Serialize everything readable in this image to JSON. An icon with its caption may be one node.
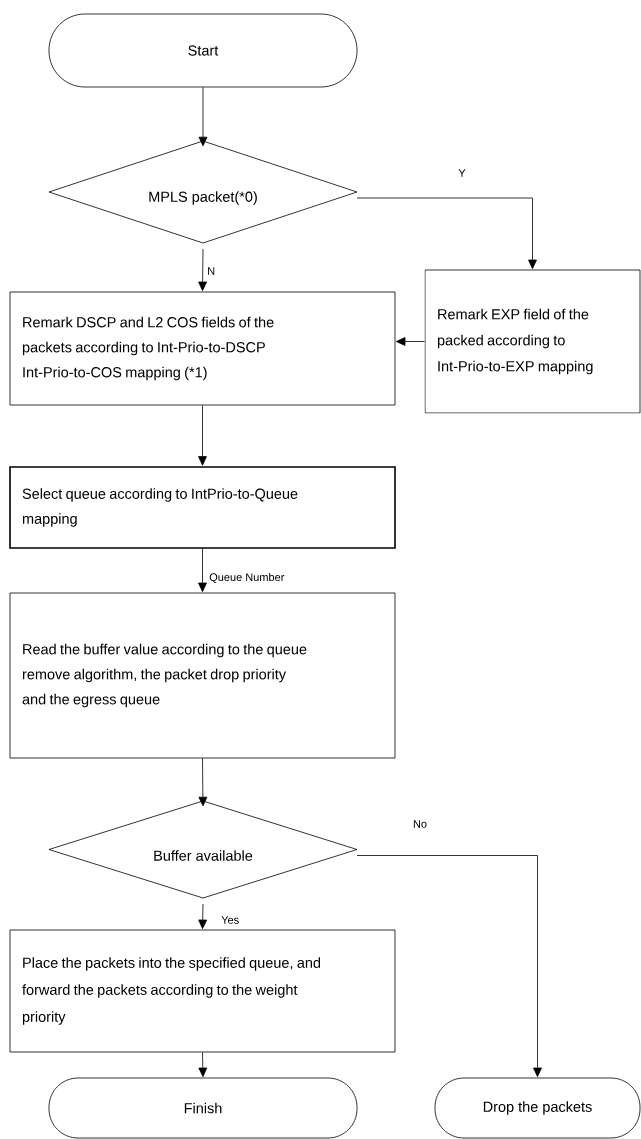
{
  "diagram": {
    "nodes": [
      {
        "text": [
          "Start"
        ]
      },
      {
        "text": [
          "MPLS packet(*0)"
        ]
      },
      {
        "text": [
          "Remark DSCP and L2 COS fields of the packets according to Int-Prio-to-DSCP Int-Prio-to-COS mapping (*1)"
        ]
      },
      {
        "text": [
          "Remark EXP field of the packed according to Int-Prio-to-EXP mapping"
        ]
      },
      {
        "text": [
          "Select queue according to IntPrio-to-Queue mapping"
        ]
      },
      {
        "text": [
          "Read the buffer value according to the queue remove algorithm, the packet drop priority and the egress queue"
        ]
      },
      {
        "text": [
          "Buffer available"
        ]
      },
      {
        "text": [
          "Place the packets into the specified queue, and forward the packets according to the weight priority"
        ]
      },
      {
        "text": [
          "Finish"
        ]
      },
      {
        "text": [
          "Drop the packets"
        ]
      }
    ],
    "edges": [
      {
        "from": 0,
        "to": 1,
        "arrow": "to"
      },
      {
        "from": 1,
        "to": 3,
        "arrow": "to",
        "label": "Y"
      },
      {
        "from": 1,
        "to": 2,
        "arrow": "to",
        "label": "N"
      },
      {
        "from": 3,
        "to": 2,
        "arrow": "to"
      },
      {
        "from": 2,
        "to": 4,
        "arrow": "to"
      },
      {
        "from": 4,
        "to": 5,
        "arrow": "to",
        "label": "Queue Number"
      },
      {
        "from": 5,
        "to": 6,
        "arrow": "to"
      },
      {
        "from": 6,
        "to": 7,
        "arrow": "to",
        "label": "Yes"
      },
      {
        "from": 6,
        "to": 9,
        "arrow": "to",
        "label": "No"
      },
      {
        "from": 7,
        "to": 8,
        "arrow": "to"
      }
    ]
  }
}
